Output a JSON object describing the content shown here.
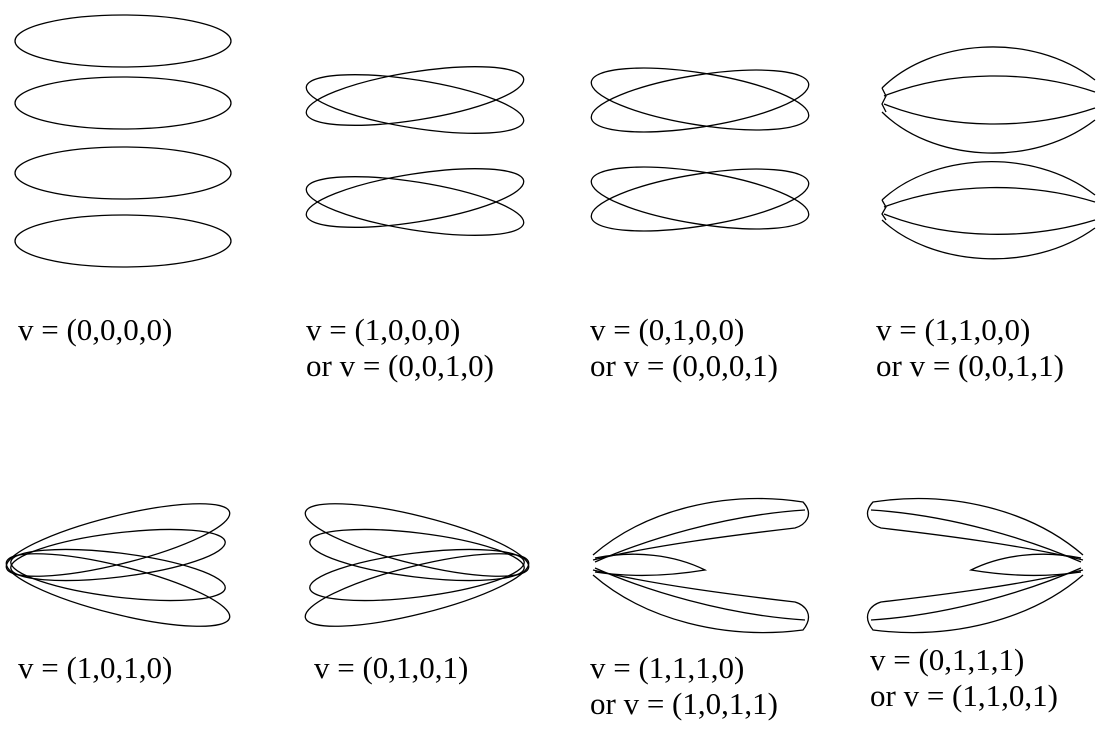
{
  "panels": [
    {
      "id": "p1",
      "caption_lines": [
        "v = (0,0,0,0)"
      ]
    },
    {
      "id": "p2",
      "caption_lines": [
        "v = (1,0,0,0)",
        "or v = (0,0,1,0)"
      ]
    },
    {
      "id": "p3",
      "caption_lines": [
        "v = (0,1,0,0)",
        "or v = (0,0,0,1)"
      ]
    },
    {
      "id": "p4",
      "caption_lines": [
        "v = (1,1,0,0)",
        "or v = (0,0,1,1)"
      ]
    },
    {
      "id": "p5",
      "caption_lines": [
        "v = (1,0,1,0)"
      ]
    },
    {
      "id": "p6",
      "caption_lines": [
        "v = (0,1,0,1)"
      ]
    },
    {
      "id": "p7",
      "caption_lines": [
        "v = (1,1,1,0)",
        "or v = (1,0,1,1)"
      ]
    },
    {
      "id": "p8",
      "caption_lines": [
        "v = (0,1,1,1)",
        "or v = (1,1,0,1)"
      ]
    }
  ]
}
